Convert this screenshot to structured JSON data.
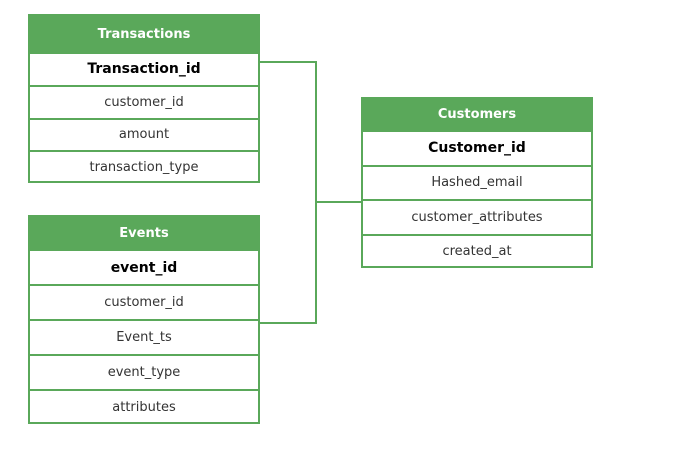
{
  "tables": {
    "transactions": {
      "name": "Transactions",
      "primary_key": "Transaction_id",
      "fields": [
        "customer_id",
        "amount",
        "transaction_type"
      ]
    },
    "events": {
      "name": "Events",
      "primary_key": "event_id",
      "fields": [
        "customer_id",
        "Event_ts",
        "event_type",
        "attributes"
      ]
    },
    "customers": {
      "name": "Customers",
      "primary_key": "Customer_id",
      "fields": [
        "Hashed_email",
        "customer_attributes",
        "created_at"
      ]
    }
  },
  "colors": {
    "header_bg": "#5aa85a",
    "border": "#5aa85a",
    "connector": "#5aa85a"
  }
}
